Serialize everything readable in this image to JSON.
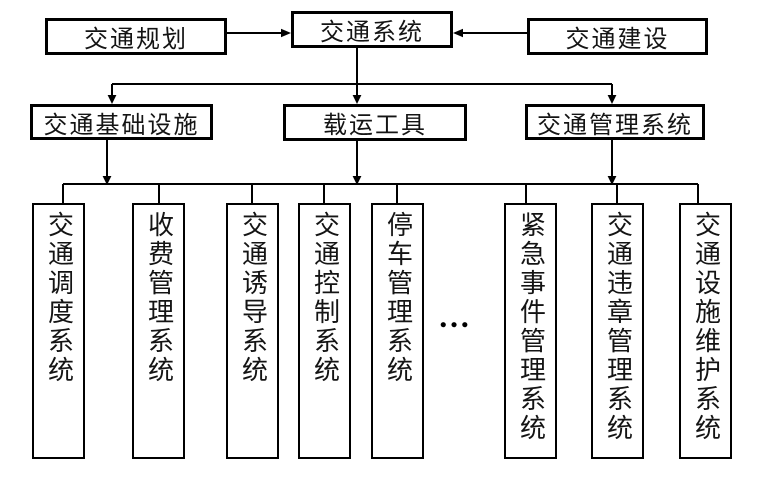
{
  "diagram": {
    "top_row": {
      "planning": "交通规划",
      "system": "交通系统",
      "construction": "交通建设"
    },
    "mid_row": {
      "infrastructure": "交通基础设施",
      "vehicles": "载运工具",
      "management": "交通管理系统"
    },
    "subsystems": [
      "交通调度系统",
      "收费管理系统",
      "交通诱导系统",
      "交通控制系统",
      "停车管理系统",
      "紧急事件管理系统",
      "交通违章管理系统",
      "交通设施维护系统"
    ],
    "ellipsis": "…",
    "colors": {
      "line": "#000000",
      "background": "#ffffff",
      "text": "#141414"
    }
  }
}
